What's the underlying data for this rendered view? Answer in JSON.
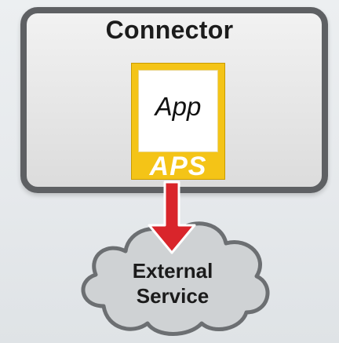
{
  "connector": {
    "title": "Connector"
  },
  "app_card": {
    "app_label": "App",
    "aps_label": "APS"
  },
  "cloud": {
    "line1": "External",
    "line2": "Service"
  },
  "colors": {
    "connector_border": "#5e6063",
    "app_card_yellow": "#f4c417",
    "arrow_red": "#d9252b",
    "cloud_fill": "#cfd2d4",
    "cloud_outline": "#6c6f72"
  },
  "icons": {
    "arrow": "down-arrow-icon",
    "cloud": "cloud-icon"
  }
}
